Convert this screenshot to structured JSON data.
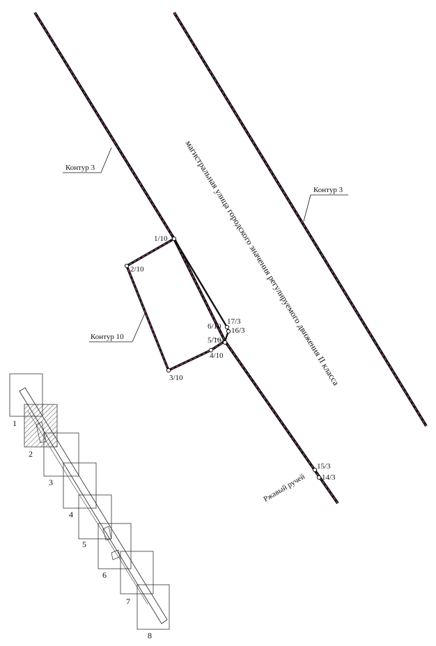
{
  "labels": {
    "contour3_left": "Контур 3",
    "contour3_right": "Контур 3",
    "contour10": "Контур 10",
    "road": "магистральная улица городского значения регулируемого движения II класса",
    "stream": "Ржавый ручей"
  },
  "points": {
    "p1_10": "1/10",
    "p2_10": "2/10",
    "p3_10": "3/10",
    "p4_10": "4/10",
    "p5_10": "5/10",
    "p6_10": "6/10",
    "p17_3": "17/3",
    "p16_3": "16/3",
    "p15_3": "15/3",
    "p14_3": "14/3"
  },
  "sheets": [
    "1",
    "2",
    "3",
    "4",
    "5",
    "6",
    "7",
    "8"
  ],
  "colors": {
    "line": "#111111",
    "dash": "#b04a8f"
  }
}
